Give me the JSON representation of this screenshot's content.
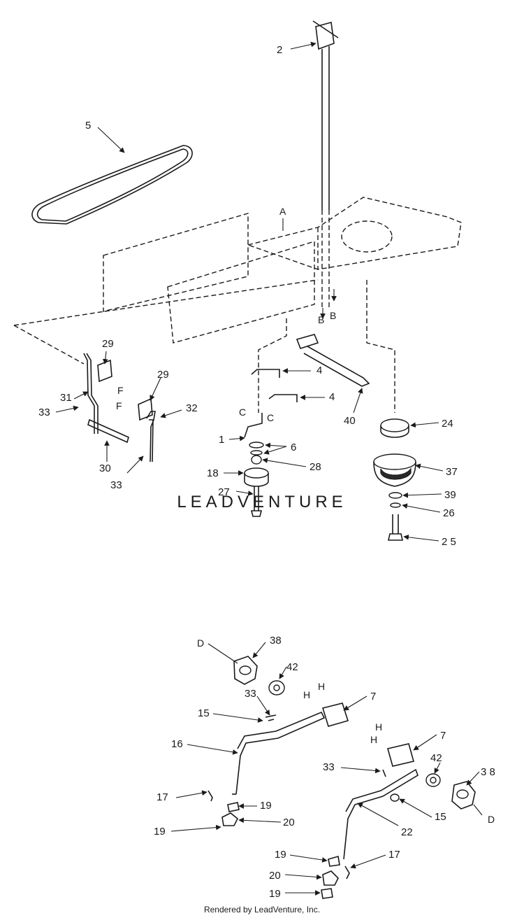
{
  "colors": {
    "ink": "#1a1a1a",
    "background": "#ffffff",
    "watermark": "#d9d9d9"
  },
  "callouts": [
    {
      "id": "c2",
      "label": "2"
    },
    {
      "id": "c5",
      "label": "5"
    },
    {
      "id": "cA",
      "label": "A"
    },
    {
      "id": "cB1",
      "label": "B"
    },
    {
      "id": "cB2",
      "label": "B"
    },
    {
      "id": "c29a",
      "label": "29"
    },
    {
      "id": "c29b",
      "label": "29"
    },
    {
      "id": "c31",
      "label": "31"
    },
    {
      "id": "c33a",
      "label": "33"
    },
    {
      "id": "cF1",
      "label": "F"
    },
    {
      "id": "cF2",
      "label": "F"
    },
    {
      "id": "c32",
      "label": "32"
    },
    {
      "id": "c30",
      "label": "30"
    },
    {
      "id": "c33b",
      "label": "33"
    },
    {
      "id": "c4a",
      "label": "4"
    },
    {
      "id": "c4b",
      "label": "4"
    },
    {
      "id": "cC1",
      "label": "C"
    },
    {
      "id": "cC2",
      "label": "C"
    },
    {
      "id": "c1",
      "label": "1"
    },
    {
      "id": "c6",
      "label": "6"
    },
    {
      "id": "c28",
      "label": "28"
    },
    {
      "id": "c18",
      "label": "18"
    },
    {
      "id": "c27",
      "label": "27"
    },
    {
      "id": "c40",
      "label": "40"
    },
    {
      "id": "c24",
      "label": "24"
    },
    {
      "id": "c37",
      "label": "37"
    },
    {
      "id": "c39",
      "label": "39"
    },
    {
      "id": "c26",
      "label": "26"
    },
    {
      "id": "c25",
      "label": "2 5"
    },
    {
      "id": "cD1",
      "label": "D"
    },
    {
      "id": "c38a",
      "label": "38"
    },
    {
      "id": "c42a",
      "label": "42"
    },
    {
      "id": "cH1",
      "label": "H"
    },
    {
      "id": "cH2",
      "label": "H"
    },
    {
      "id": "c7a",
      "label": "7"
    },
    {
      "id": "c33c",
      "label": "33"
    },
    {
      "id": "c15a",
      "label": "15"
    },
    {
      "id": "c16",
      "label": "16"
    },
    {
      "id": "cH3",
      "label": "H"
    },
    {
      "id": "cH4",
      "label": "H"
    },
    {
      "id": "c7b",
      "label": "7"
    },
    {
      "id": "c33d",
      "label": "33"
    },
    {
      "id": "c42b",
      "label": "42"
    },
    {
      "id": "c38b",
      "label": "3 8"
    },
    {
      "id": "c17a",
      "label": "17"
    },
    {
      "id": "c19a",
      "label": "19"
    },
    {
      "id": "c20a",
      "label": "20"
    },
    {
      "id": "c19b",
      "label": "19"
    },
    {
      "id": "c15b",
      "label": "15"
    },
    {
      "id": "cD2",
      "label": "D"
    },
    {
      "id": "c22",
      "label": "22"
    },
    {
      "id": "c19c",
      "label": "19"
    },
    {
      "id": "c17b",
      "label": "17"
    },
    {
      "id": "c20b",
      "label": "20"
    },
    {
      "id": "c19d",
      "label": "19"
    }
  ],
  "watermark": "LEADVENTURE",
  "footer": "Rendered by LeadVenture, Inc."
}
